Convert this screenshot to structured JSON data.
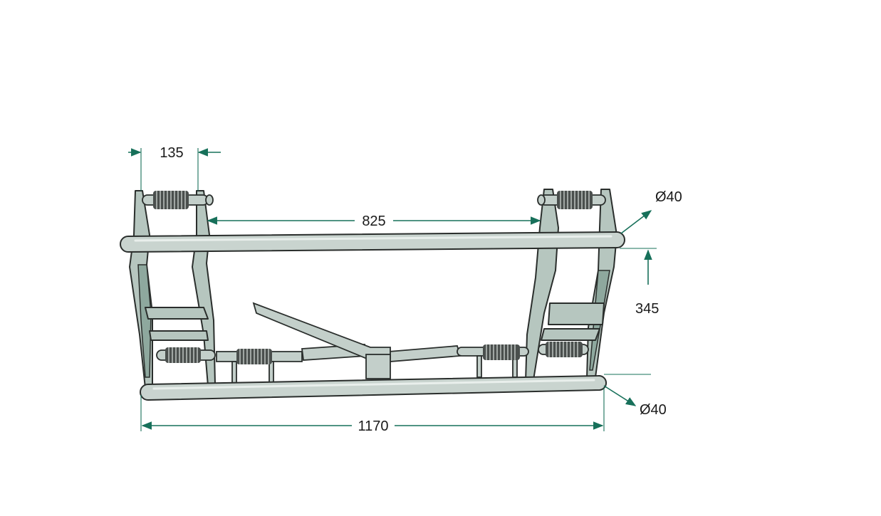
{
  "dimensions": {
    "top_width": "135",
    "pin_distance": "825",
    "tube_diameter_top": "Ø40",
    "height": "345",
    "tube_diameter_bottom": "Ø40",
    "overall_width": "1170"
  },
  "colors": {
    "dimension_arrow": "#17705a",
    "steel": "#c9d4cf",
    "plate_shadow": "#8ea89e"
  }
}
